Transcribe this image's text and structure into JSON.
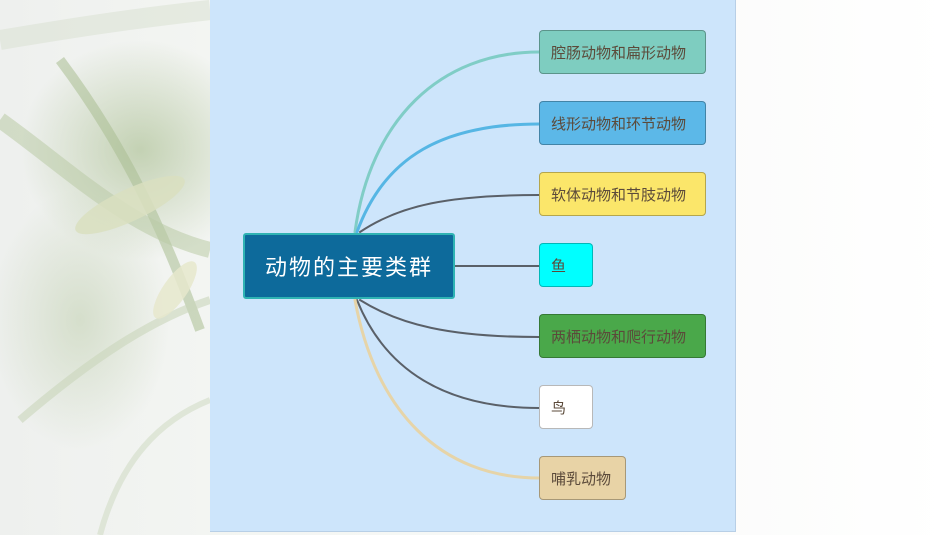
{
  "mindmap": {
    "central": "动物的主要类群",
    "branches": [
      {
        "label": "腔肠动物和扁形动物",
        "fill": "#7ecdc0",
        "line": "#80cdc6"
      },
      {
        "label": "线形动物和环节动物",
        "fill": "#5cb8e8",
        "line": "#56b6e4"
      },
      {
        "label": "软体动物和节肢动物",
        "fill": "#fbe66a",
        "line": "#5a6068"
      },
      {
        "label": "鱼",
        "fill": "#00ffff",
        "line": "#5a6068"
      },
      {
        "label": "两栖动物和爬行动物",
        "fill": "#4aa84a",
        "line": "#5a6068"
      },
      {
        "label": "鸟",
        "fill": "#ffffff",
        "line": "#5a6068"
      },
      {
        "label": "哺乳动物",
        "fill": "#e8d3a6",
        "line": "#e6d4a8"
      }
    ]
  },
  "colors": {
    "panel_background": "#cde5fb",
    "central_fill": "#0d6a9b",
    "central_border": "#2fb3b3"
  }
}
